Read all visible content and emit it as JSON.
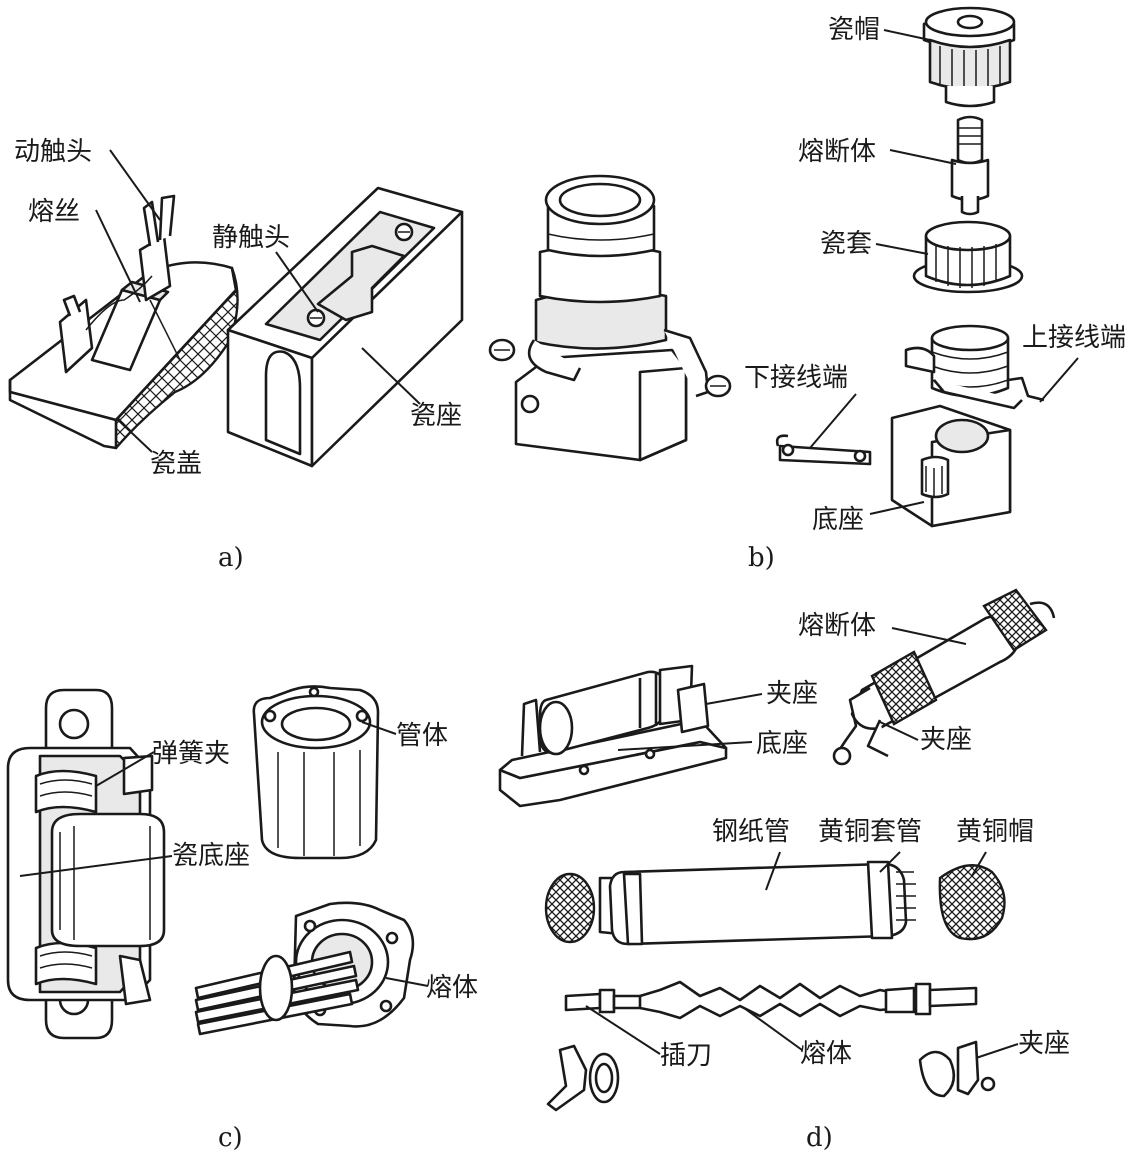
{
  "panels": {
    "a": {
      "caption": "a)",
      "labels": {
        "moving_contact": "动触头",
        "fuse_wire": "熔丝",
        "static_contact": "静触头",
        "porcelain_base": "瓷座",
        "porcelain_cover": "瓷盖"
      }
    },
    "b": {
      "caption": "b)",
      "labels": {
        "porcelain_cap": "瓷帽",
        "fuse_body": "熔断体",
        "porcelain_sleeve": "瓷套",
        "upper_terminal": "上接线端",
        "lower_terminal": "下接线端",
        "base": "底座"
      }
    },
    "c": {
      "caption": "c)",
      "labels": {
        "spring_clip": "弹簧夹",
        "tube_body": "管体",
        "porcelain_base": "瓷底座",
        "fuse_element": "熔体"
      }
    },
    "d": {
      "caption": "d)",
      "labels": {
        "fuse_body": "熔断体",
        "clip_seat_top": "夹座",
        "base": "底座",
        "clip_seat_right": "夹座",
        "fiber_tube": "钢纸管",
        "brass_sleeve": "黄铜套管",
        "brass_cap": "黄铜帽",
        "blade": "插刀",
        "fuse_element": "熔体",
        "clip_seat_bottom": "夹座"
      }
    }
  },
  "colors": {
    "ink": "#1a1a1a",
    "paper": "#ffffff"
  }
}
